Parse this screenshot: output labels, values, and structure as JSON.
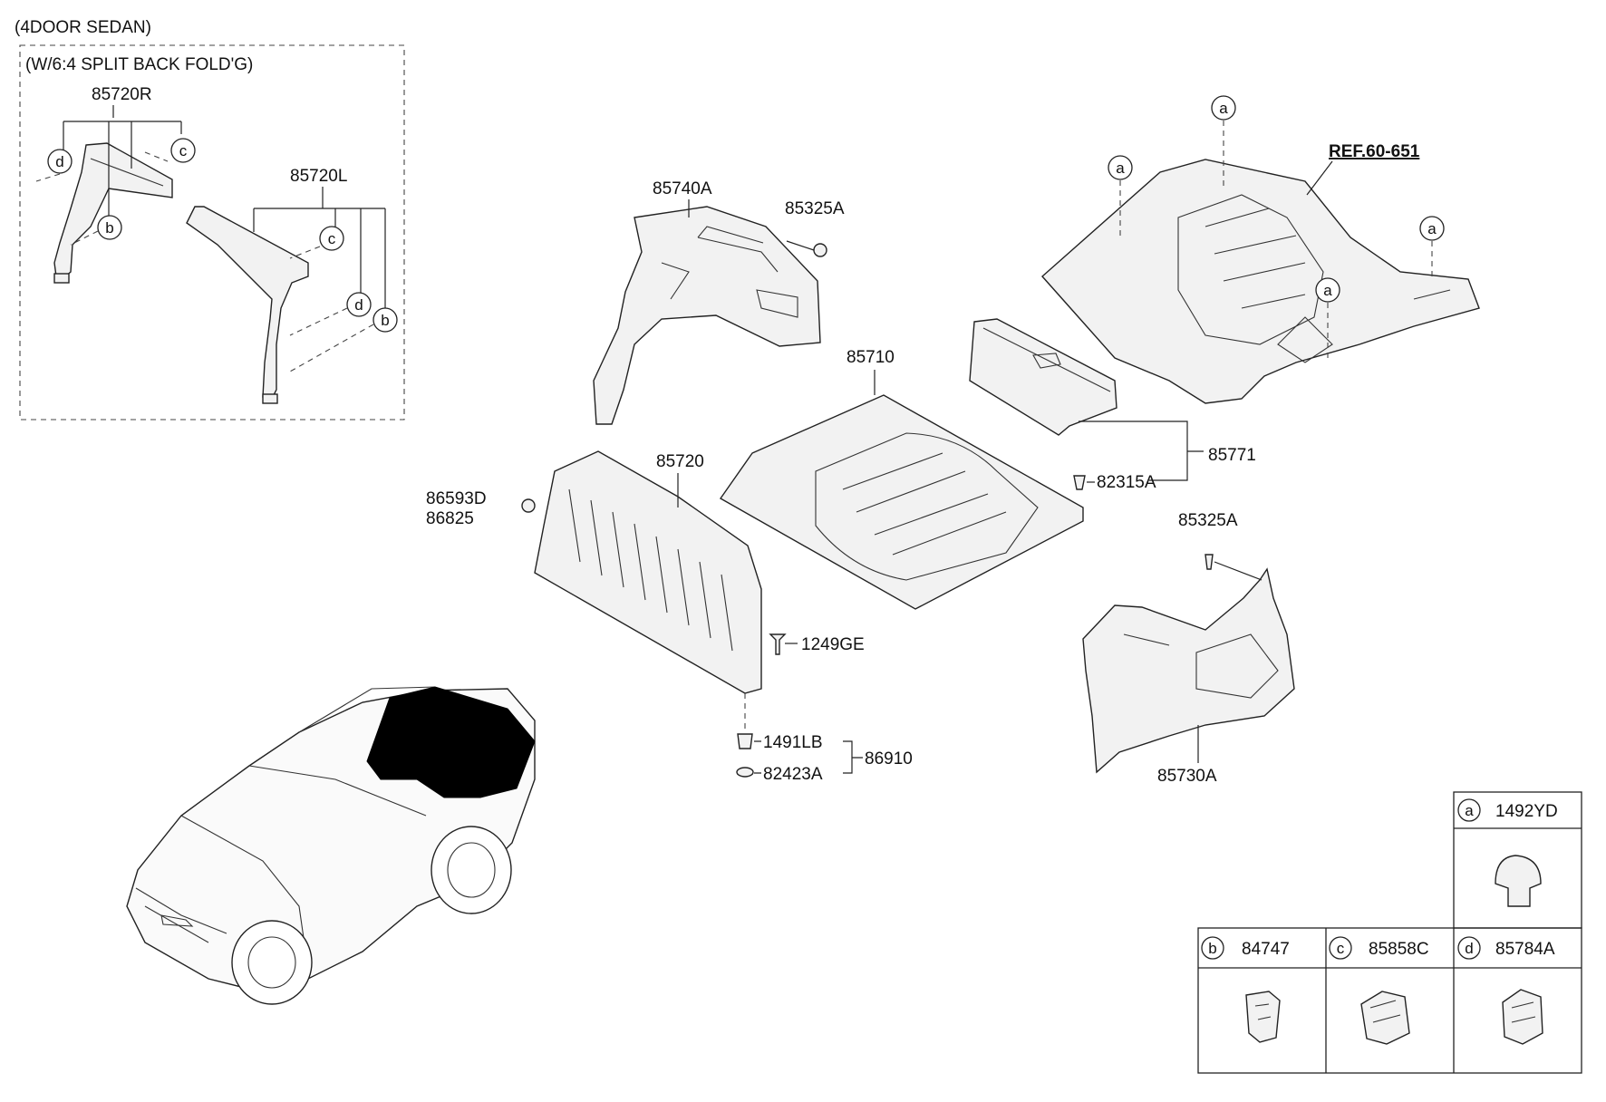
{
  "header": {
    "variant": "(4DOOR SEDAN)",
    "option": "(W/6:4 SPLIT BACK FOLD'G)"
  },
  "parts": {
    "p85720R": "85720R",
    "p85720L": "85720L",
    "p85740A": "85740A",
    "p85325A_top": "85325A",
    "p85710": "85710",
    "p85720": "85720",
    "p86593D": "86593D",
    "p86825": "86825",
    "p1249GE": "1249GE",
    "p1491LB": "1491LB",
    "p82423A": "82423A",
    "p86910": "86910",
    "p85771": "85771",
    "p82315A": "82315A",
    "p85325A_right": "85325A",
    "p85730A": "85730A",
    "ref": "REF.60-651"
  },
  "callouts": {
    "a": "a",
    "b": "b",
    "c": "c",
    "d": "d"
  },
  "legend": {
    "a": {
      "letter": "a",
      "code": "1492YD"
    },
    "b": {
      "letter": "b",
      "code": "84747"
    },
    "c": {
      "letter": "c",
      "code": "85858C"
    },
    "d": {
      "letter": "d",
      "code": "85784A"
    }
  }
}
